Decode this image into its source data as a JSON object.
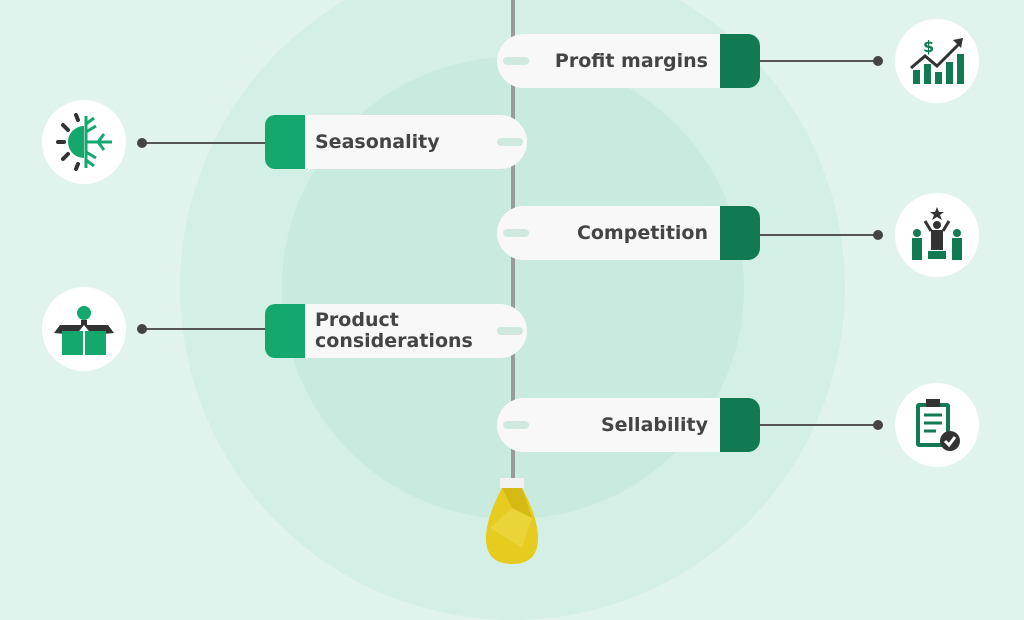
{
  "items": [
    {
      "label": "Profit margins",
      "icon": "profit-chart-icon",
      "side": "right"
    },
    {
      "label": "Seasonality",
      "icon": "sun-snowflake-icon",
      "side": "left"
    },
    {
      "label": "Competition",
      "icon": "competition-podium-icon",
      "side": "right"
    },
    {
      "label": "Product considerations",
      "icon": "box-lightbulb-icon",
      "side": "left"
    },
    {
      "label": "Sellability",
      "icon": "clipboard-check-icon",
      "side": "right"
    }
  ],
  "colors": {
    "dark_green": "#127a52",
    "light_green": "#14a86e",
    "bulb": "#e6cc1f"
  }
}
